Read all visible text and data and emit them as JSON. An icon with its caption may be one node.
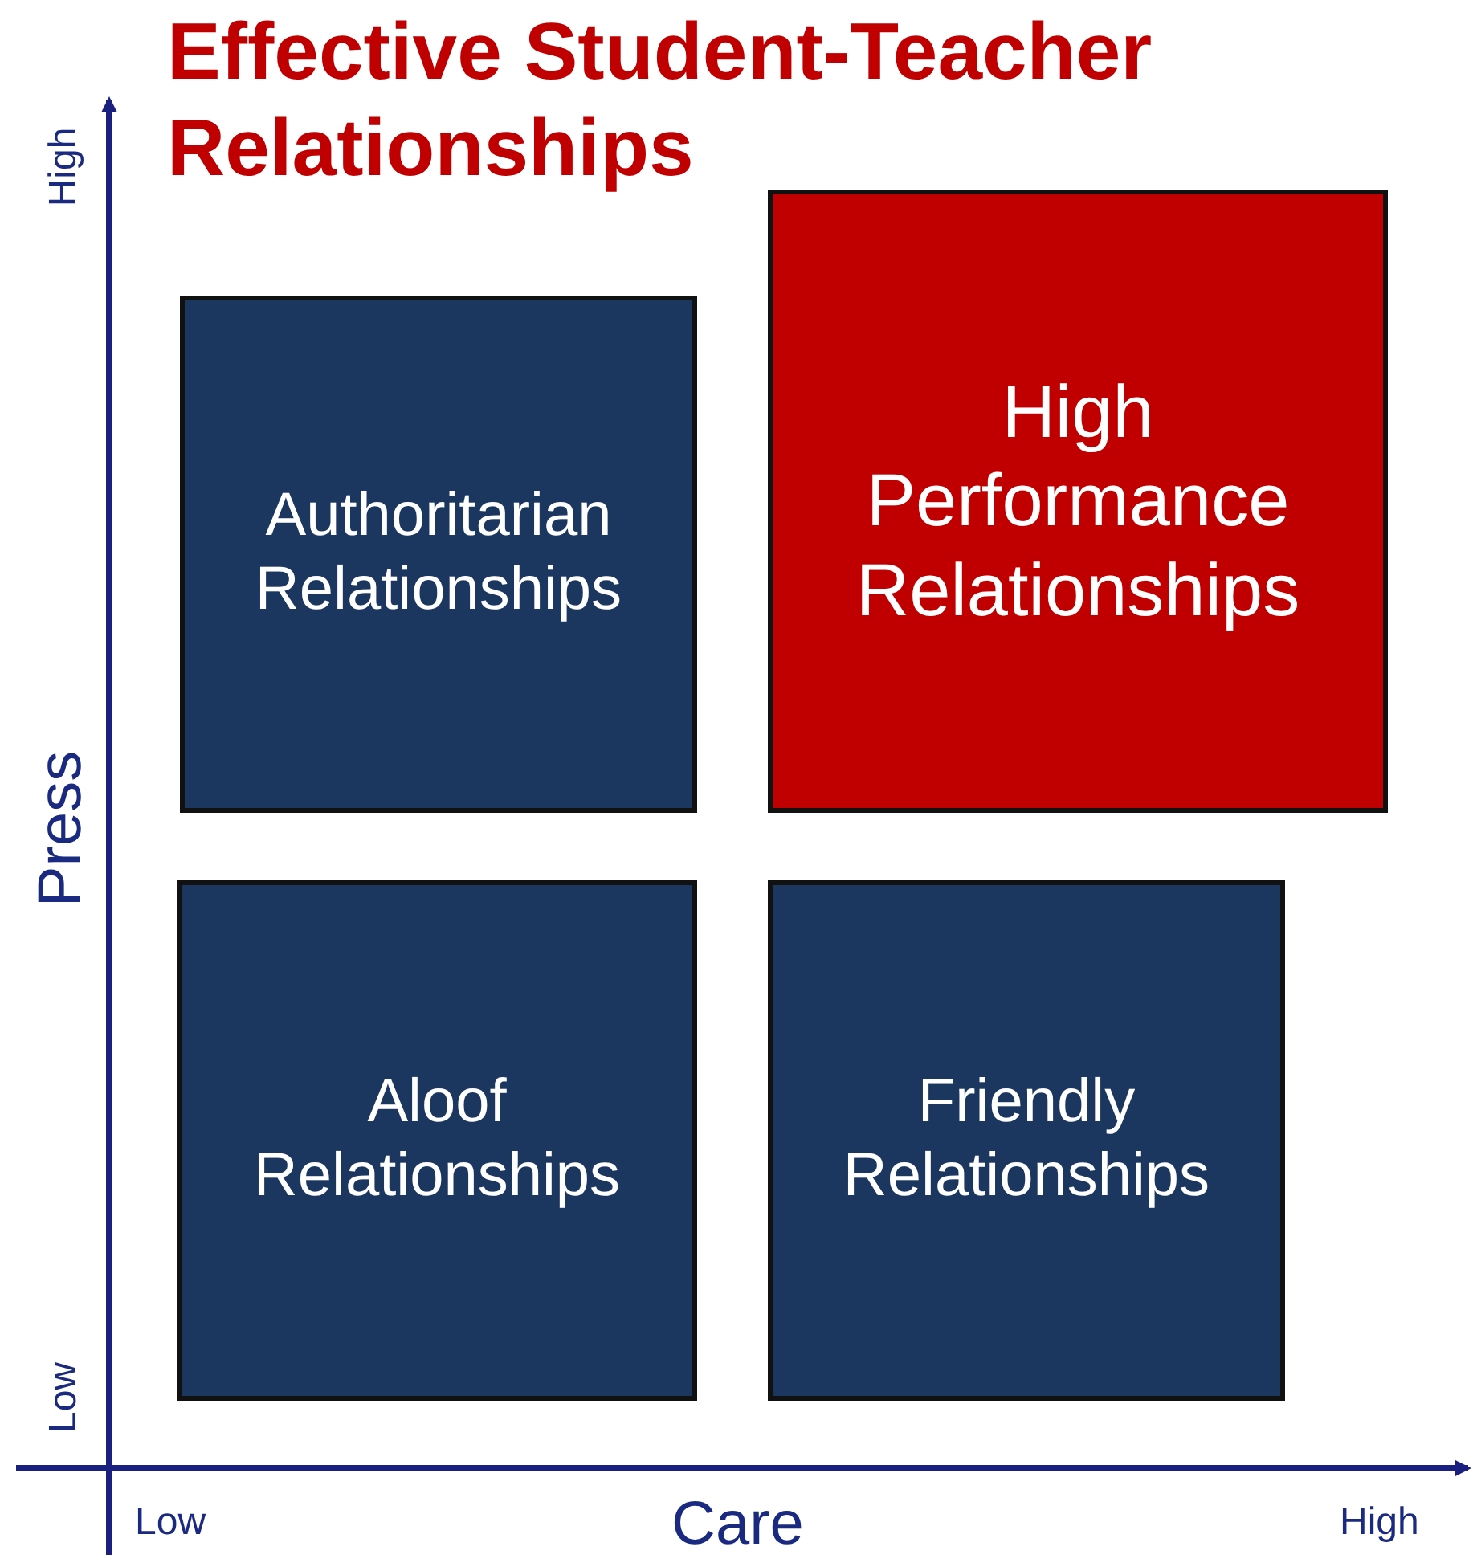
{
  "diagram": {
    "title": "Effective Student-Teacher Relationships",
    "nodes": [
      {
        "text": [
          "Authoritarian Relationships"
        ]
      },
      {
        "text": [
          "High Performance Relationships"
        ]
      },
      {
        "text": [
          "Aloof Relationships"
        ]
      },
      {
        "text": [
          "Friendly Relationships"
        ]
      }
    ],
    "labels": [
      "High",
      "Press",
      "Low",
      "Low",
      "Care",
      "High"
    ]
  }
}
